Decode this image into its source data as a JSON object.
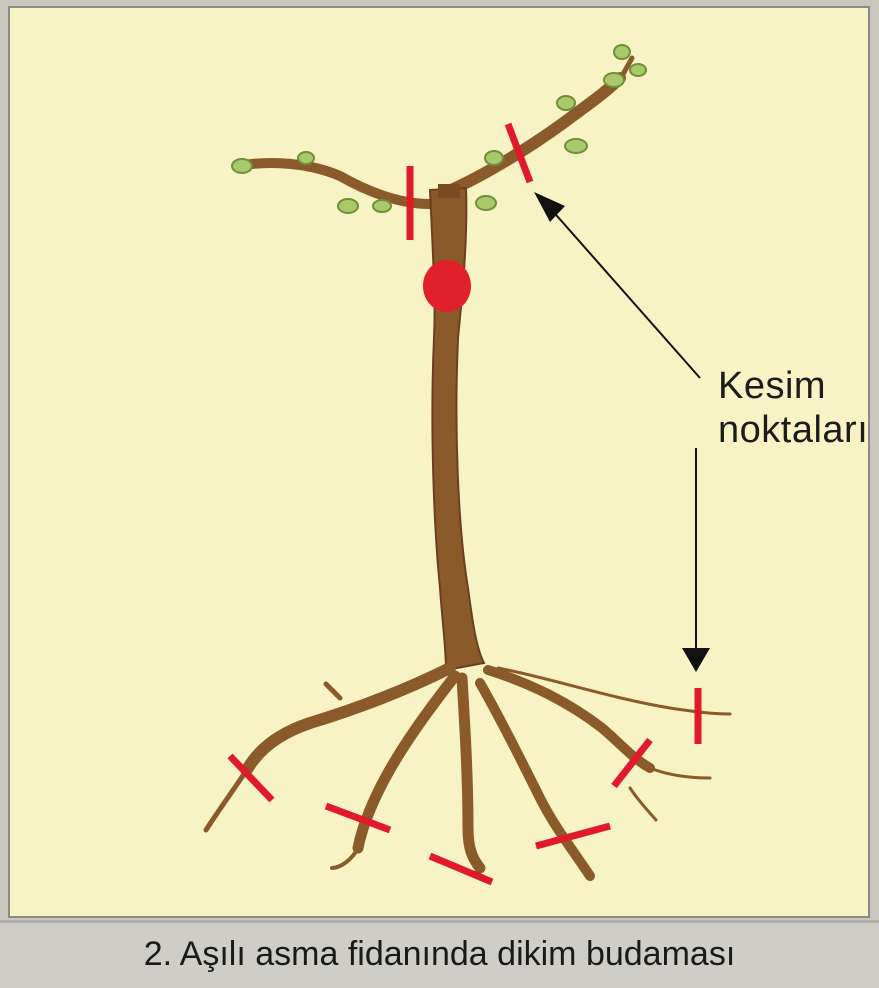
{
  "diagram": {
    "label_line1": "Kesim",
    "label_line2": "noktaları",
    "caption": "2. Aşılı asma fidanında dikim budaması",
    "colors": {
      "background": "#f7f3c4",
      "trunk": "#8b5a2b",
      "cut_mark": "#e01a2a",
      "graft_union": "#e0202a",
      "bud": "#a9c96a",
      "arrow": "#111111"
    }
  }
}
